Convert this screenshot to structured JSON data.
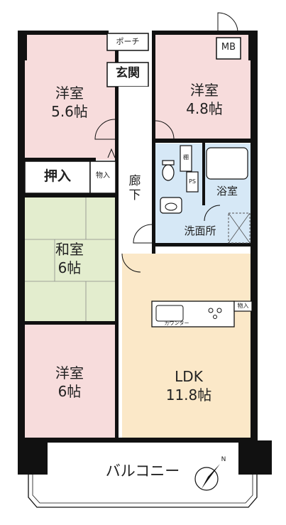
{
  "rooms": {
    "western_room_1": {
      "name": "洋室",
      "size": "5.6帖"
    },
    "western_room_2": {
      "name": "洋室",
      "size": "4.8帖"
    },
    "japanese_room": {
      "name": "和室",
      "size": "6帖"
    },
    "western_room_3": {
      "name": "洋室",
      "size": "6帖"
    },
    "ldk": {
      "name": "LDK",
      "size": "11.8帖"
    }
  },
  "labels": {
    "porch": "ポーチ",
    "entrance": "玄関",
    "meter_box": "MB",
    "hallway": "廊下",
    "closet": "押入",
    "storage": "物入",
    "storage_kitchen": "物入",
    "shelf": "棚",
    "pipe_space": "PS",
    "bathroom": "浴室",
    "washroom": "洗面所",
    "counter": "カウンター",
    "balcony": "バルコニー"
  },
  "compass": {
    "label": "N"
  },
  "colors": {
    "western": "#f7dcdc",
    "japanese": "#e3edce",
    "ldk": "#fbe8c8",
    "water": "#d6e8f6",
    "wall": "#111111"
  }
}
